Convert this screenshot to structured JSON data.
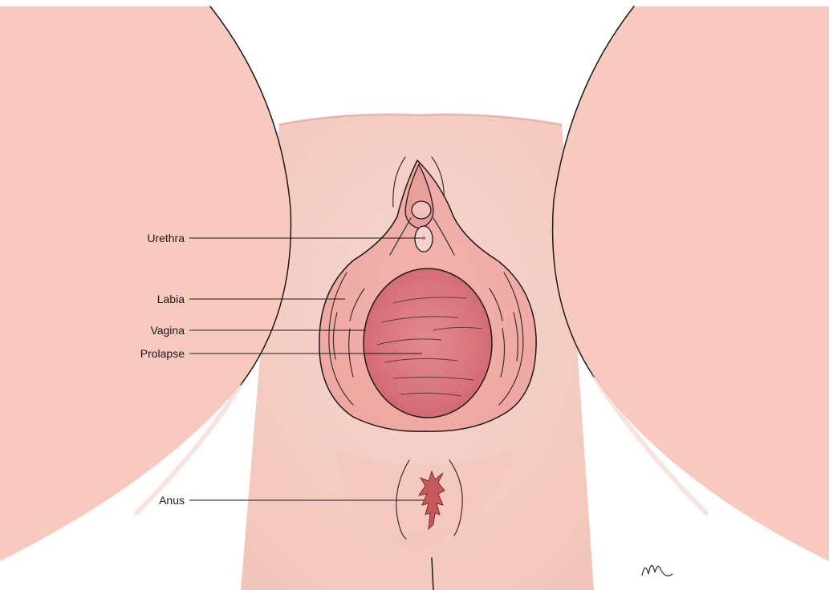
{
  "diagram": {
    "labels": {
      "urethra": "Urethra",
      "labia": "Labia",
      "vagina": "Vagina",
      "prolapse": "Prolapse",
      "anus": "Anus"
    }
  },
  "colors": {
    "skin_outer": "#f7c9bf",
    "skin_inner": "#f5d0c6",
    "labia_fill": "#ec9d98",
    "prolapse_fill": "#d9747a",
    "prolapse_center": "#e4868b",
    "anus_fill": "#c95a60",
    "background": "#ffffff",
    "line": "#1a1a1a"
  }
}
